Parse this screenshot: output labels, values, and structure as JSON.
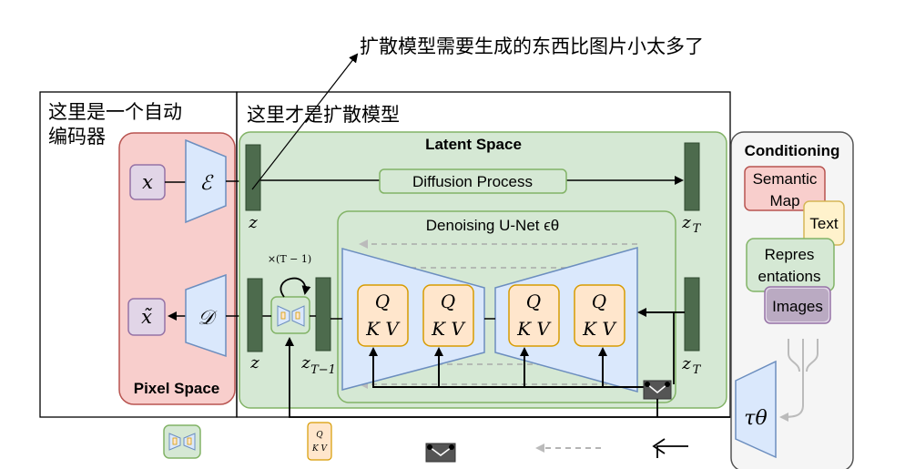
{
  "annotations": {
    "top_note": "扩散模型需要生成的东西比图片小太多了",
    "autoencoder_line1": "这里是一个自动",
    "autoencoder_line2": "编码器",
    "diffusion_note": "这里才是扩散模型"
  },
  "pixel_space": {
    "label": "Pixel Space",
    "input": "x",
    "encoder": "ℰ",
    "output": "x̃",
    "decoder": "𝒟"
  },
  "latent_space": {
    "label": "Latent Space",
    "diffusion_process": "Diffusion Process",
    "unet_label": "Denoising U-Net ϵθ",
    "z_top": "z",
    "z_T_top": "z",
    "z_T_top_sub": "T",
    "z_bottom": "z",
    "z_T1": "z",
    "z_T1_sub": "T−1",
    "z_T_bottom": "z",
    "z_T_bottom_sub": "T",
    "repeat": "×(T − 1)",
    "q": "Q",
    "kv": "K V"
  },
  "conditioning": {
    "title": "Conditioning",
    "semantic_map": "Semantic Map",
    "semantic_map_l1": "Semantic",
    "semantic_map_l2": "Map",
    "text": "Text",
    "representations_l1": "Repres",
    "representations_l2": "entations",
    "images": "Images",
    "tau": "τθ"
  },
  "legend": {
    "q": "Q",
    "kv": "K V"
  },
  "colors": {
    "pixel_bg": "#f8cecc",
    "pixel_border": "#b85450",
    "latent_bg": "#d5e8d4",
    "latent_border": "#82b366",
    "block_blue": "#dae8fc",
    "block_blue_border": "#6c8ebf",
    "attn_bg": "#ffe6cc",
    "attn_border": "#d79b00",
    "latent_bar": "#4d6b4d",
    "purple_bg": "#e1d5e7",
    "purple_border": "#9673a6",
    "cond_bg": "#f5f5f5"
  }
}
